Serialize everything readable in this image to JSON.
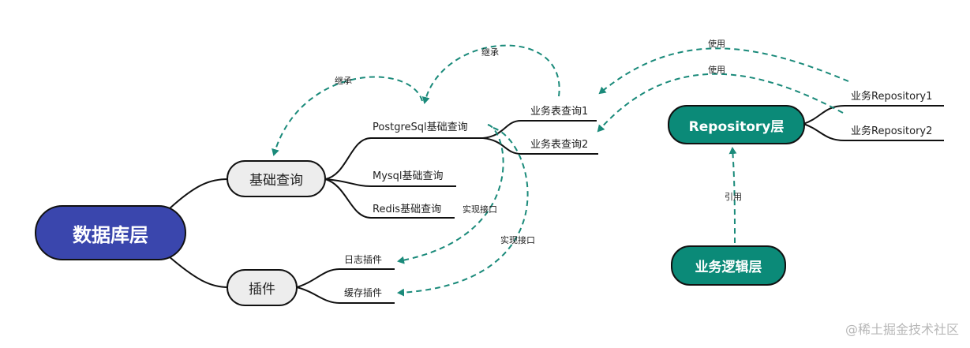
{
  "root": {
    "label": "数据库层"
  },
  "base_query": {
    "label": "基础查询",
    "children": [
      "PostgreSql基础查询",
      "Mysql基础查询",
      "Redis基础查询"
    ]
  },
  "plugins": {
    "label": "插件",
    "children": [
      "日志插件",
      "缓存插件"
    ]
  },
  "business_tables": [
    "业务表查询1",
    "业务表查询2"
  ],
  "repository_layer": {
    "label": "Repository层",
    "children": [
      "业务Repository1",
      "业务Repository2"
    ]
  },
  "logic_layer": {
    "label": "业务逻辑层"
  },
  "relations": {
    "inherit_1": "继承",
    "inherit_2": "继承",
    "use_1": "使用",
    "use_2": "使用",
    "implement_1": "实现接口",
    "implement_2": "实现接口",
    "reference": "引用"
  },
  "watermark": "@稀土掘金技术社区",
  "colors": {
    "root_fill": "#3a46ad",
    "teal_fill": "#0b8a78",
    "sub_fill": "#ededed",
    "dashed_link": "#1a8a7a",
    "line": "#111111",
    "watermark": "#b7b7b7"
  }
}
